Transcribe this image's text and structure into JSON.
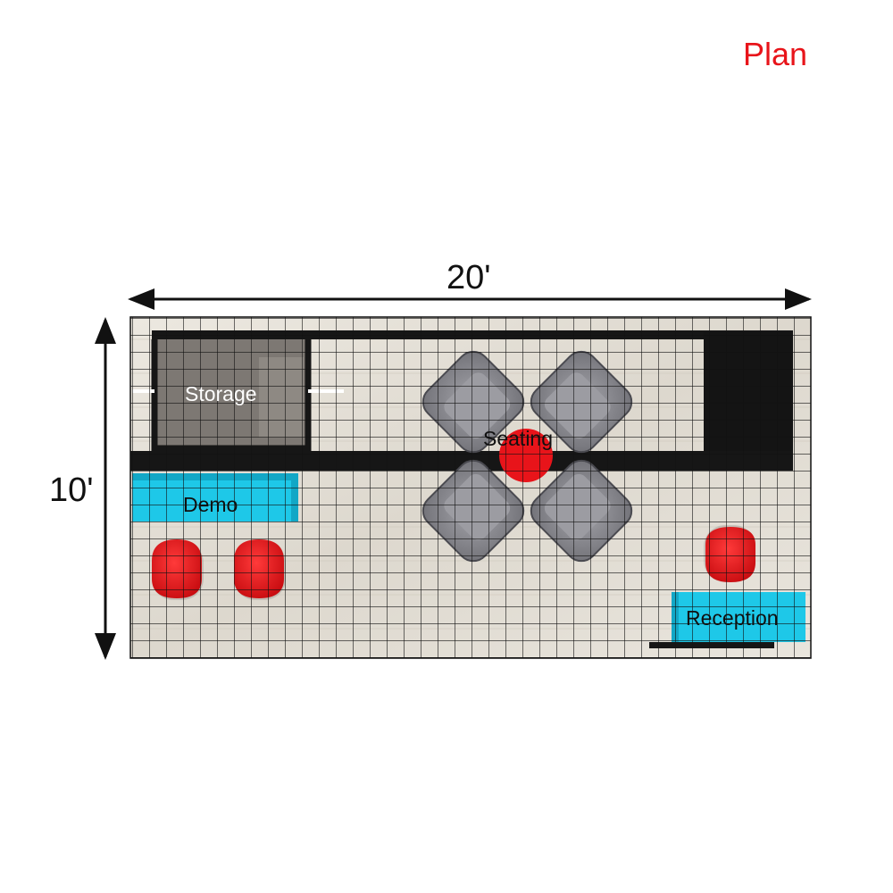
{
  "title": "Plan",
  "dimensions": {
    "width": "20'",
    "depth": "10'"
  },
  "zones": {
    "storage": "Storage",
    "demo": "Demo",
    "seating": "Seating",
    "reception": "Reception"
  },
  "colors": {
    "title": "#e8141a",
    "accent_counter": "#1ec8e8",
    "chair_red": "#e8141a",
    "wall": "#161616",
    "floor": "#e6e1d8",
    "armchair": "#8c8c92"
  }
}
